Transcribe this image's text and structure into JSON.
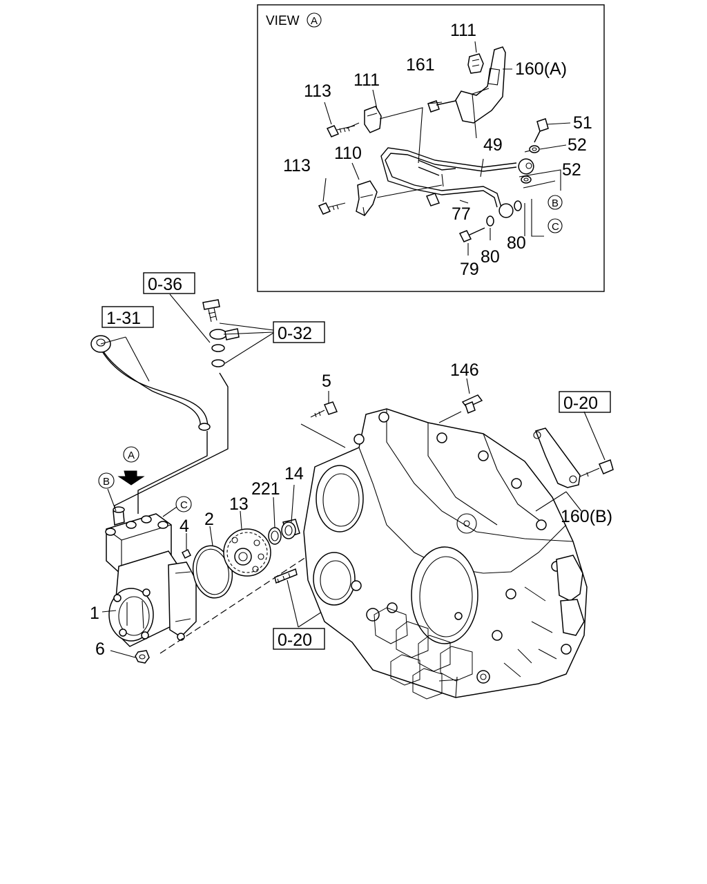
{
  "view_box": {
    "title": "VIEW",
    "title_circle": "A",
    "labels": {
      "p111a": "111",
      "p111b": "111",
      "p161": "161",
      "p160a": "160(A)",
      "p113a": "113",
      "p113b": "113",
      "p51": "51",
      "p52a": "52",
      "p52b": "52",
      "p49": "49",
      "p110": "110",
      "p77": "77",
      "p80a": "80",
      "p80b": "80",
      "p79": "79",
      "circB": "B",
      "circC": "C"
    }
  },
  "main": {
    "labels": {
      "p146": "146",
      "p5": "5",
      "p14": "14",
      "p221": "221",
      "p13": "13",
      "p2": "2",
      "p4": "4",
      "p1": "1",
      "p6": "6",
      "p160b": "160(B)",
      "circA": "A",
      "circB": "B",
      "circC": "C"
    },
    "refs": {
      "r036": "0-36",
      "r131": "1-31",
      "r032": "0-32",
      "r020a": "0-20",
      "r020b": "0-20"
    }
  }
}
